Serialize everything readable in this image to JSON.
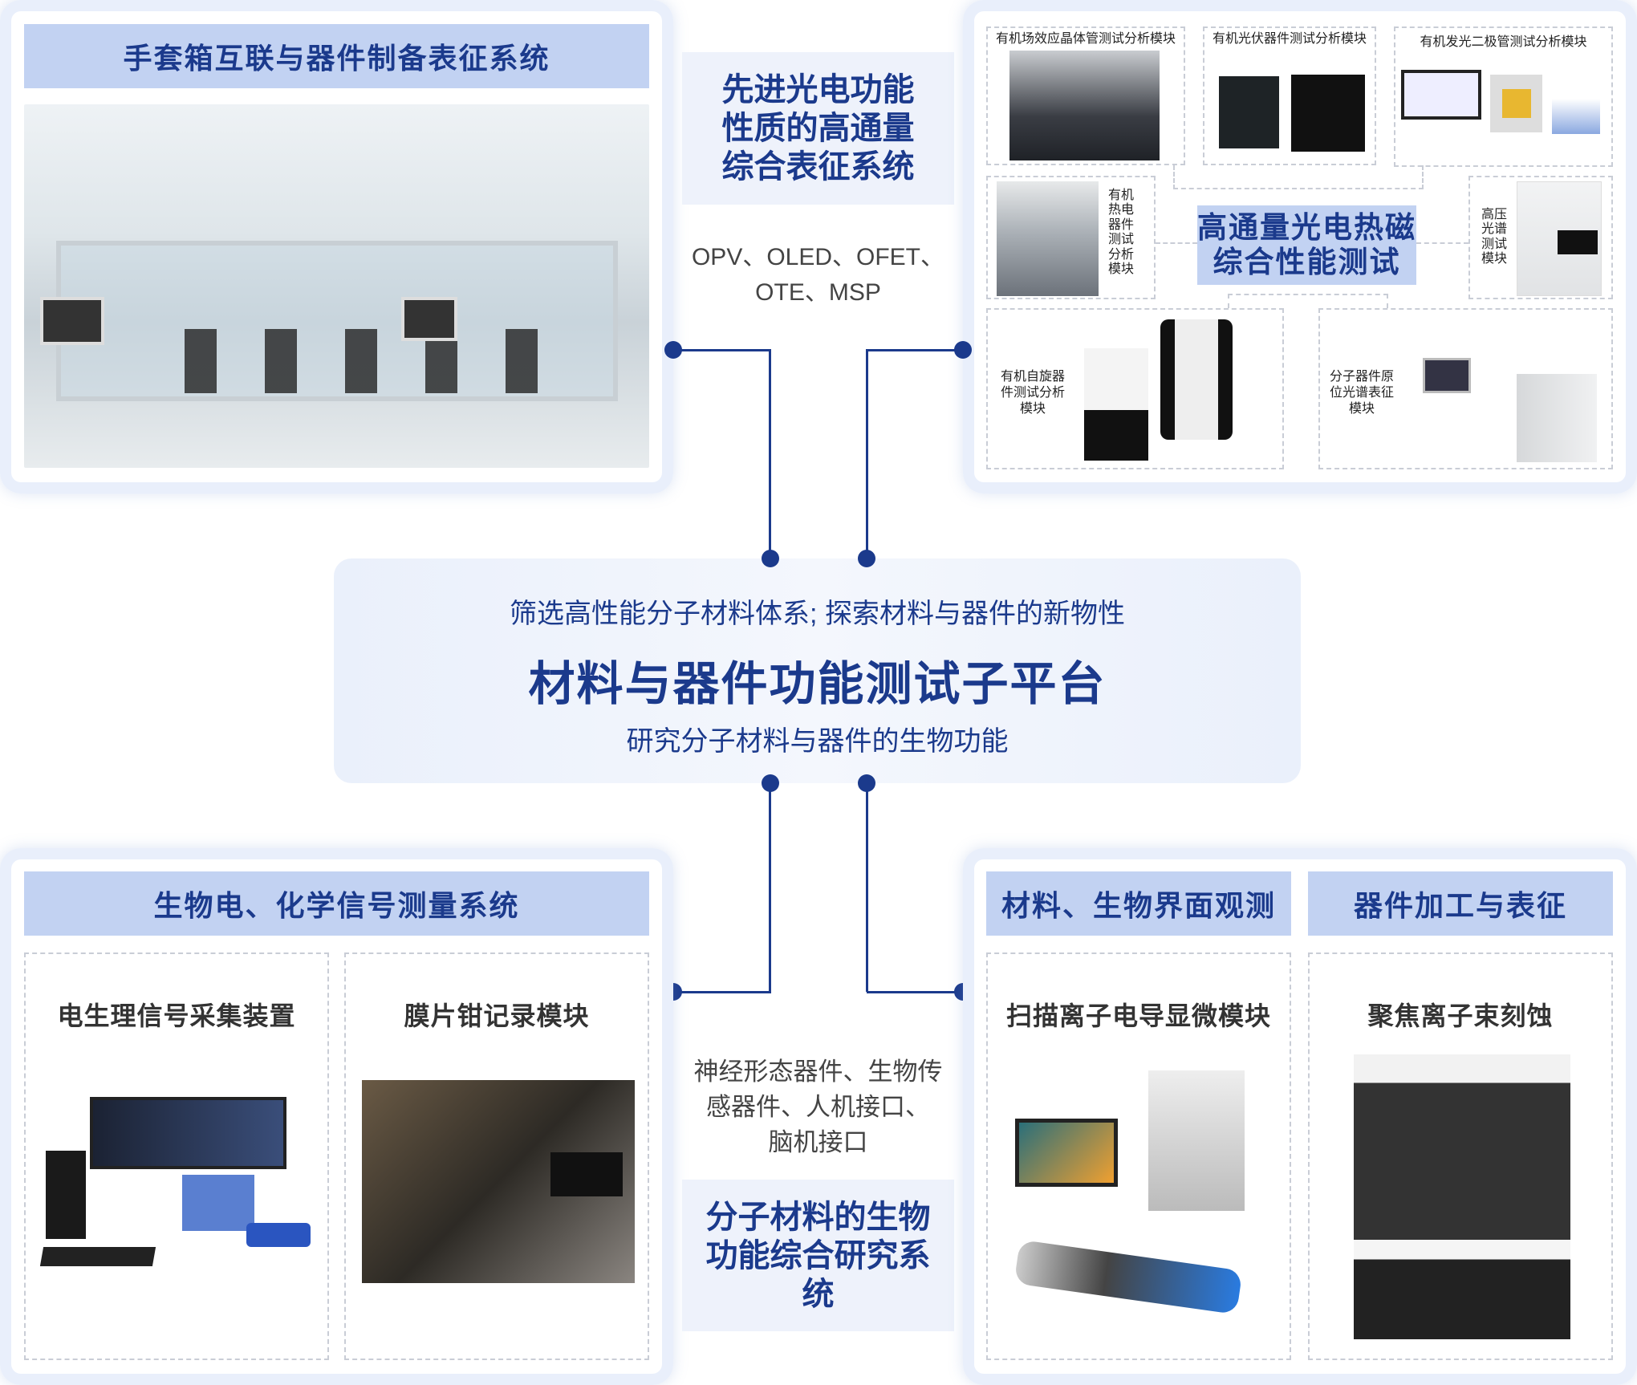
{
  "top_left": {
    "title": "手套箱互联与器件制备表征系统"
  },
  "top_center": {
    "title": "先进光电功能性质的高通量综合表征系统",
    "title_lines": [
      "先进光电功能",
      "性质的高通量",
      "综合表征系统"
    ],
    "devices_line1": "OPV、OLED、OFET、",
    "devices_line2": "OTE、MSP"
  },
  "top_right": {
    "center_label_line1": "高通量光电热磁",
    "center_label_line2": "综合性能测试",
    "modules": {
      "ofet": "有机场效应晶体管测试分析模块",
      "opv": "有机光伏器件测试分析模块",
      "oled": "有机发光二极管测试分析模块",
      "thermo": "有机热电器件测试分析模块",
      "high_pressure": "高压光谱测试模块",
      "spin": "有机自旋器件测试分析模块",
      "insitu": "分子器件原位光谱表征模块"
    }
  },
  "center": {
    "subtitle": "筛选高性能分子材料体系; 探索材料与器件的新物性",
    "title": "材料与器件功能测试子平台",
    "caption": "研究分子材料与器件的生物功能"
  },
  "bottom_left": {
    "title": "生物电、化学信号测量系统",
    "cells": [
      {
        "label": "电生理信号采集装置"
      },
      {
        "label": "膜片钳记录模块"
      }
    ]
  },
  "bottom_center": {
    "line1": "神经形态器件、生物传",
    "line2": "感器件、人机接口、",
    "line3": "脑机接口",
    "title_lines": [
      "分子材料的生物",
      "功能综合研究系",
      "统"
    ]
  },
  "bottom_right": {
    "headers": [
      "材料、生物界面观测",
      "器件加工与表征"
    ],
    "cells": [
      {
        "label": "扫描离子电导显微模块"
      },
      {
        "label": "聚焦离子束刻蚀"
      }
    ]
  },
  "colors": {
    "accent": "#1b3a8c",
    "header_bg": "#c2d2f2",
    "panel_border": "#e9effb"
  }
}
